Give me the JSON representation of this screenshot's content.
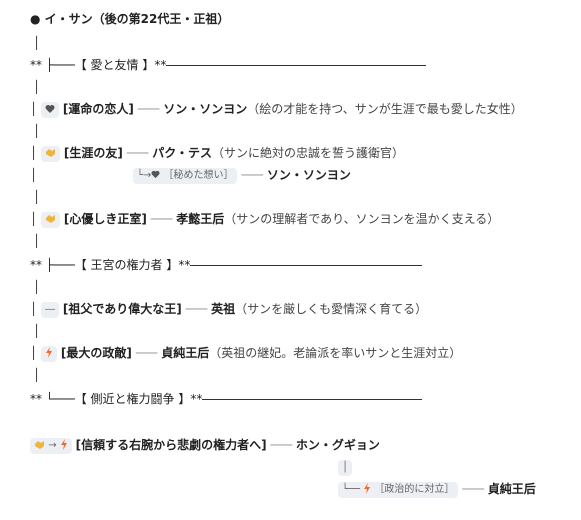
{
  "title": "● イ・サン（後の第22代王・正祖）",
  "sections": [
    {
      "open": "** ├───【",
      "label": " 愛と友情 ",
      "close": "】**"
    },
    {
      "open": "** ├───【",
      "label": " 王宮の権力者 ",
      "close": "】**"
    },
    {
      "open": "** └───【",
      "label": " 側近と権力闘争 ",
      "close": "】**"
    }
  ],
  "items": [
    {
      "icon": "heart-icon",
      "role": "[運命の恋人]",
      "sep": "─── ",
      "name": "ソン・ソンヨン",
      "note": "（絵の才能を持つ、サンが生涯で最も愛した女性）"
    },
    {
      "icon": "handshake-icon",
      "role": "[生涯の友]",
      "sep": "─── ",
      "name": "パク・テス",
      "note": "（サンに絶対の忠誠を誓う護衛官）"
    },
    {
      "icon": "handshake-icon",
      "role": "[心優しき正室]",
      "sep": "─── ",
      "name": "孝懿王后",
      "note": "（サンの理解者であり、ソンヨンを温かく支える）"
    },
    {
      "icon": "dash-icon",
      "role": "[祖父であり偉大な王]",
      "sep": "─── ",
      "name": "英祖",
      "note": "（サンを厳しくも愛情深く育てる）"
    },
    {
      "icon": "lightning-icon",
      "role": "[最大の政敵]",
      "sep": "─── ",
      "name": "貞純王后",
      "note": "（英祖の継妃。老論派を率いサンと生涯対立）"
    }
  ],
  "sub1": {
    "prefix": "└→",
    "label": "［秘めた想い］",
    "sep": "─── ",
    "name": "ソン・ソンヨン"
  },
  "final": {
    "arrow": "→",
    "role": "[信頼する右腕から悲劇の権力者へ]",
    "sep": "─── ",
    "name": "ホン・グギョン"
  },
  "final_pipe": "│",
  "sub2": {
    "prefix": "└──",
    "label": "［政治的に対立］",
    "sep": "─── ",
    "name": "貞純王后"
  },
  "bar": "│",
  "colors": {
    "heart": "#555555",
    "handshake": "#f0b43a",
    "lightning": "#f06a2a",
    "chip": "#eceff3"
  }
}
